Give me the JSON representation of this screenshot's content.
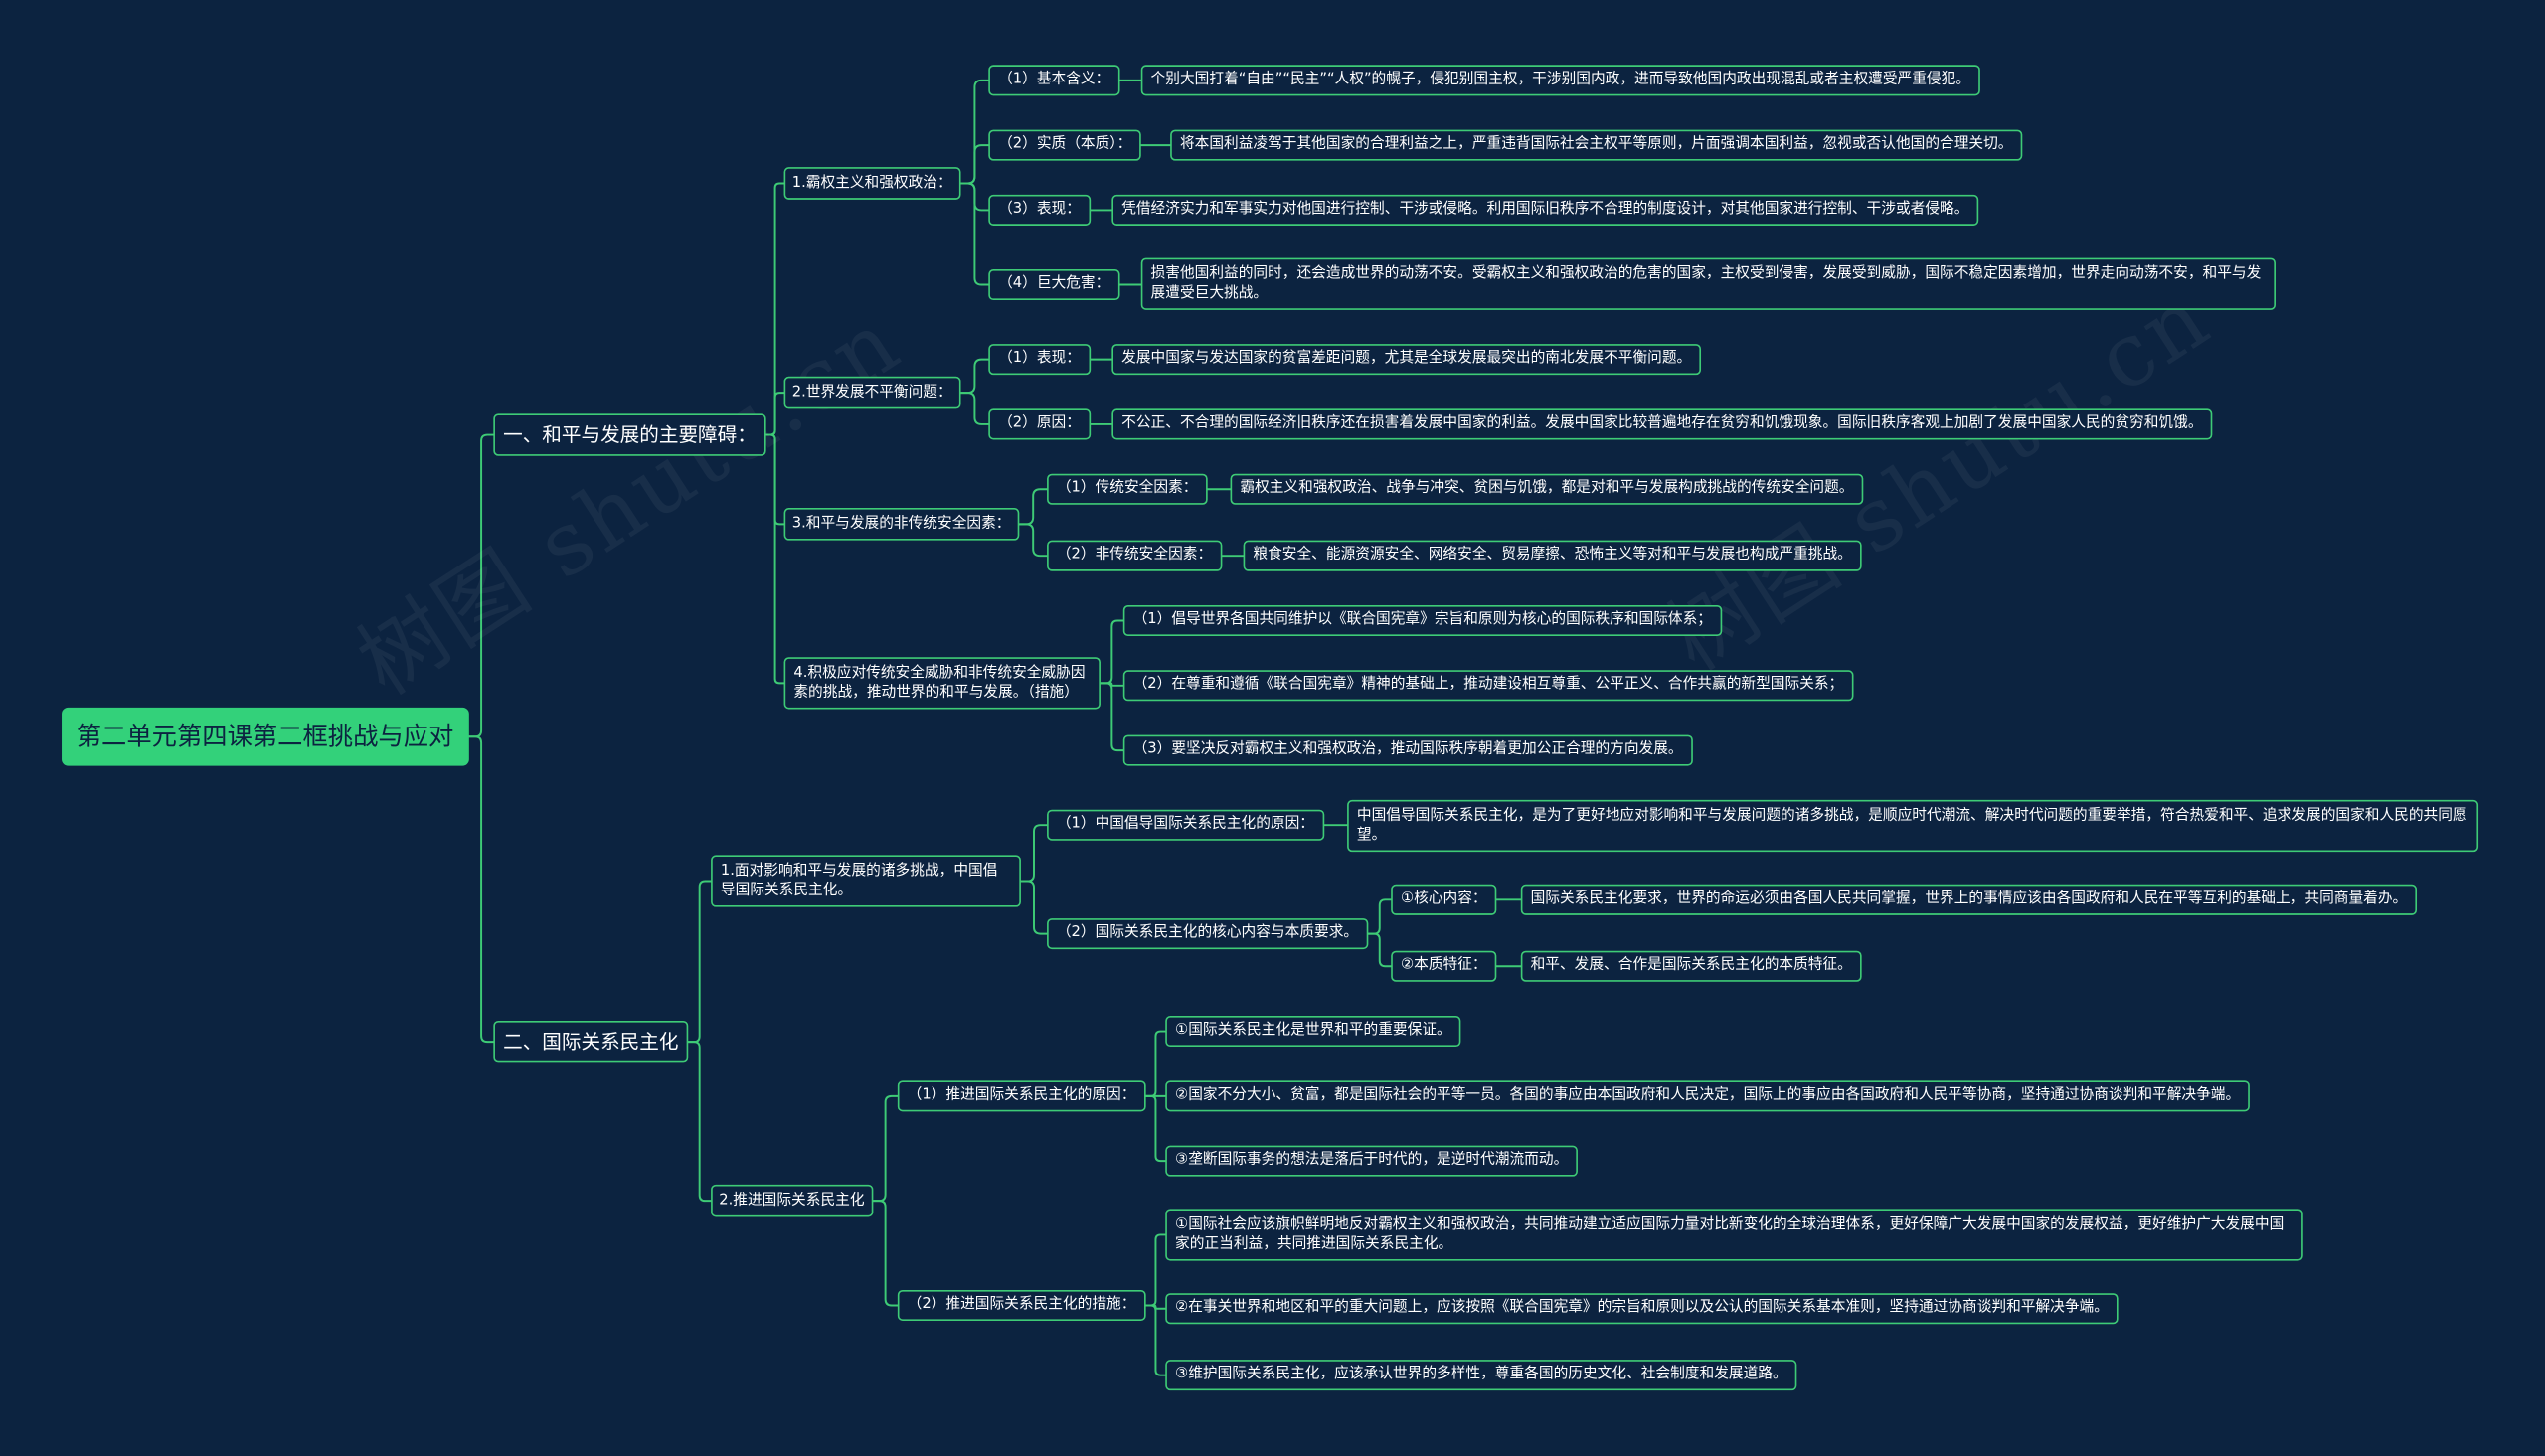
{
  "colors": {
    "background": "#0c2340",
    "accent": "#3ecb76",
    "root_fill": "#33d17a",
    "root_text": "#0c2340",
    "node_text": "#ffffff"
  },
  "watermark": "树图 shutu.cn",
  "mindmap": {
    "root": "第二单元第四课第二框挑战与应对",
    "sections": [
      {
        "label": "一、和平与发展的主要障碍：",
        "topics": [
          {
            "label": "1.霸权主义和强权政治：",
            "items": [
              {
                "label": "（1）基本含义：",
                "detail": "个别大国打着“自由”“民主”“人权”的幌子，侵犯别国主权，干涉别国内政，进而导致他国内政出现混乱或者主权遭受严重侵犯。"
              },
              {
                "label": "（2）实质（本质）：",
                "detail": "将本国利益凌驾于其他国家的合理利益之上，严重违背国际社会主权平等原则，片面强调本国利益，忽视或否认他国的合理关切。"
              },
              {
                "label": "（3）表现：",
                "detail": "凭借经济实力和军事实力对他国进行控制、干涉或侵略。利用国际旧秩序不合理的制度设计，对其他国家进行控制、干涉或者侵略。"
              },
              {
                "label": "（4）巨大危害：",
                "detail": "损害他国利益的同时，还会造成世界的动荡不安。受霸权主义和强权政治的危害的国家，主权受到侵害，发展受到威胁，国际不稳定因素增加，世界走向动荡不安，和平与发展遭受巨大挑战。"
              }
            ]
          },
          {
            "label": "2.世界发展不平衡问题：",
            "items": [
              {
                "label": "（1）表现：",
                "detail": "发展中国家与发达国家的贫富差距问题，尤其是全球发展最突出的南北发展不平衡问题。"
              },
              {
                "label": "（2）原因：",
                "detail": "不公正、不合理的国际经济旧秩序还在损害着发展中国家的利益。发展中国家比较普遍地存在贫穷和饥饿现象。国际旧秩序客观上加剧了发展中国家人民的贫穷和饥饿。"
              }
            ]
          },
          {
            "label": "3.和平与发展的非传统安全因素：",
            "items": [
              {
                "label": "（1）传统安全因素：",
                "detail": "霸权主义和强权政治、战争与冲突、贫困与饥饿，都是对和平与发展构成挑战的传统安全问题。"
              },
              {
                "label": "（2）非传统安全因素：",
                "detail": "粮食安全、能源资源安全、网络安全、贸易摩擦、恐怖主义等对和平与发展也构成严重挑战。"
              }
            ]
          },
          {
            "label": "4.积极应对传统安全威胁和非传统安全威胁因素的挑战，推动世界的和平与发展。（措施）",
            "items": [
              {
                "label": "（1）倡导世界各国共同维护以《联合国宪章》宗旨和原则为核心的国际秩序和国际体系；"
              },
              {
                "label": "（2）在尊重和遵循《联合国宪章》精神的基础上，推动建设相互尊重、公平正义、合作共赢的新型国际关系；"
              },
              {
                "label": "（3）要坚决反对霸权主义和强权政治，推动国际秩序朝着更加公正合理的方向发展。"
              }
            ]
          }
        ]
      },
      {
        "label": "二、国际关系民主化",
        "topics": [
          {
            "label": "1.面对影响和平与发展的诸多挑战，中国倡导国际关系民主化。",
            "items": [
              {
                "label": "（1）中国倡导国际关系民主化的原因：",
                "detail": "中国倡导国际关系民主化，是为了更好地应对影响和平与发展问题的诸多挑战，是顺应时代潮流、解决时代问题的重要举措，符合热爱和平、追求发展的国家和人民的共同愿望。"
              },
              {
                "label": "（2）国际关系民主化的核心内容与本质要求。",
                "subitems": [
                  {
                    "label": "①核心内容：",
                    "detail": "国际关系民主化要求，世界的命运必须由各国人民共同掌握，世界上的事情应该由各国政府和人民在平等互利的基础上，共同商量着办。"
                  },
                  {
                    "label": "②本质特征：",
                    "detail": "和平、发展、合作是国际关系民主化的本质特征。"
                  }
                ]
              }
            ]
          },
          {
            "label": "2.推进国际关系民主化",
            "items": [
              {
                "label": "（1）推进国际关系民主化的原因：",
                "subitems": [
                  {
                    "label": "①国际关系民主化是世界和平的重要保证。"
                  },
                  {
                    "label": "②国家不分大小、贫富，都是国际社会的平等一员。各国的事应由本国政府和人民决定，国际上的事应由各国政府和人民平等协商，坚持通过协商谈判和平解决争端。"
                  },
                  {
                    "label": "③垄断国际事务的想法是落后于时代的，是逆时代潮流而动。"
                  }
                ]
              },
              {
                "label": "（2）推进国际关系民主化的措施：",
                "subitems": [
                  {
                    "label": "①国际社会应该旗帜鲜明地反对霸权主义和强权政治，共同推动建立适应国际力量对比新变化的全球治理体系，更好保障广大发展中国家的发展权益，更好维护广大发展中国家的正当利益，共同推进国际关系民主化。"
                  },
                  {
                    "label": "②在事关世界和地区和平的重大问题上，应该按照《联合国宪章》的宗旨和原则以及公认的国际关系基本准则，坚持通过协商谈判和平解决争端。"
                  },
                  {
                    "label": "③维护国际关系民主化，应该承认世界的多样性，尊重各国的历史文化、社会制度和发展道路。"
                  }
                ]
              }
            ]
          }
        ]
      }
    ]
  }
}
